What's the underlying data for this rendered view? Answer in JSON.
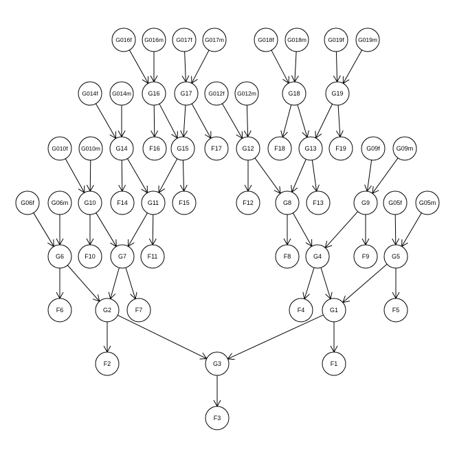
{
  "diagram": {
    "nodes": [
      {
        "id": "G016f",
        "label": "G016f"
      },
      {
        "id": "G016m",
        "label": "G016m"
      },
      {
        "id": "G017f",
        "label": "G017f"
      },
      {
        "id": "G017m",
        "label": "G017m"
      },
      {
        "id": "G018f",
        "label": "G018f"
      },
      {
        "id": "G018m",
        "label": "G018m"
      },
      {
        "id": "G019f",
        "label": "G019f"
      },
      {
        "id": "G019m",
        "label": "G019m"
      },
      {
        "id": "G014f",
        "label": "G014f"
      },
      {
        "id": "G014m",
        "label": "G014m"
      },
      {
        "id": "G16",
        "label": "G16"
      },
      {
        "id": "G17",
        "label": "G17"
      },
      {
        "id": "G012f",
        "label": "G012f"
      },
      {
        "id": "G012m",
        "label": "G012m"
      },
      {
        "id": "G18",
        "label": "G18"
      },
      {
        "id": "G19",
        "label": "G19"
      },
      {
        "id": "G010f",
        "label": "G010f"
      },
      {
        "id": "G010m",
        "label": "G010m"
      },
      {
        "id": "G14",
        "label": "G14"
      },
      {
        "id": "F16",
        "label": "F16"
      },
      {
        "id": "G15",
        "label": "G15"
      },
      {
        "id": "F17",
        "label": "F17"
      },
      {
        "id": "G12",
        "label": "G12"
      },
      {
        "id": "F18",
        "label": "F18"
      },
      {
        "id": "G13",
        "label": "G13"
      },
      {
        "id": "F19",
        "label": "F19"
      },
      {
        "id": "G09f",
        "label": "G09f"
      },
      {
        "id": "G09m",
        "label": "G09m"
      },
      {
        "id": "G06f",
        "label": "G06f"
      },
      {
        "id": "G06m",
        "label": "G06m"
      },
      {
        "id": "G10",
        "label": "G10"
      },
      {
        "id": "F14",
        "label": "F14"
      },
      {
        "id": "G11",
        "label": "G11"
      },
      {
        "id": "F15",
        "label": "F15"
      },
      {
        "id": "F12",
        "label": "F12"
      },
      {
        "id": "G8",
        "label": "G8"
      },
      {
        "id": "F13",
        "label": "F13"
      },
      {
        "id": "G9",
        "label": "G9"
      },
      {
        "id": "G05f",
        "label": "G05f"
      },
      {
        "id": "G05m",
        "label": "G05m"
      },
      {
        "id": "G6",
        "label": "G6"
      },
      {
        "id": "F10",
        "label": "F10"
      },
      {
        "id": "G7",
        "label": "G7"
      },
      {
        "id": "F11",
        "label": "F11"
      },
      {
        "id": "F8",
        "label": "F8"
      },
      {
        "id": "G4",
        "label": "G4"
      },
      {
        "id": "F9",
        "label": "F9"
      },
      {
        "id": "G5",
        "label": "G5"
      },
      {
        "id": "F6",
        "label": "F6"
      },
      {
        "id": "G2",
        "label": "G2"
      },
      {
        "id": "F7",
        "label": "F7"
      },
      {
        "id": "F4",
        "label": "F4"
      },
      {
        "id": "G1",
        "label": "G1"
      },
      {
        "id": "F5",
        "label": "F5"
      },
      {
        "id": "F2",
        "label": "F2"
      },
      {
        "id": "G3",
        "label": "G3"
      },
      {
        "id": "F1",
        "label": "F1"
      },
      {
        "id": "F3",
        "label": "F3"
      }
    ],
    "edges": [
      {
        "from": "G016f",
        "to": "G16"
      },
      {
        "from": "G016m",
        "to": "G16"
      },
      {
        "from": "G017f",
        "to": "G17"
      },
      {
        "from": "G017m",
        "to": "G17"
      },
      {
        "from": "G018f",
        "to": "G18"
      },
      {
        "from": "G018m",
        "to": "G18"
      },
      {
        "from": "G019f",
        "to": "G19"
      },
      {
        "from": "G019m",
        "to": "G19"
      },
      {
        "from": "G014f",
        "to": "G14"
      },
      {
        "from": "G014m",
        "to": "G14"
      },
      {
        "from": "G16",
        "to": "F16"
      },
      {
        "from": "G16",
        "to": "G15"
      },
      {
        "from": "G17",
        "to": "G15"
      },
      {
        "from": "G17",
        "to": "F17"
      },
      {
        "from": "G012f",
        "to": "G12"
      },
      {
        "from": "G012m",
        "to": "G12"
      },
      {
        "from": "G18",
        "to": "F18"
      },
      {
        "from": "G18",
        "to": "G13"
      },
      {
        "from": "G19",
        "to": "G13"
      },
      {
        "from": "G19",
        "to": "F19"
      },
      {
        "from": "G010f",
        "to": "G10"
      },
      {
        "from": "G010m",
        "to": "G10"
      },
      {
        "from": "G14",
        "to": "F14"
      },
      {
        "from": "G14",
        "to": "G11"
      },
      {
        "from": "G15",
        "to": "G11"
      },
      {
        "from": "G15",
        "to": "F15"
      },
      {
        "from": "G12",
        "to": "F12"
      },
      {
        "from": "G12",
        "to": "G8"
      },
      {
        "from": "G13",
        "to": "G8"
      },
      {
        "from": "G13",
        "to": "F13"
      },
      {
        "from": "G09f",
        "to": "G9"
      },
      {
        "from": "G09m",
        "to": "G9"
      },
      {
        "from": "G06f",
        "to": "G6"
      },
      {
        "from": "G06m",
        "to": "G6"
      },
      {
        "from": "G10",
        "to": "F10"
      },
      {
        "from": "G10",
        "to": "G7"
      },
      {
        "from": "G11",
        "to": "G7"
      },
      {
        "from": "G11",
        "to": "F11"
      },
      {
        "from": "G8",
        "to": "F8"
      },
      {
        "from": "G8",
        "to": "G4"
      },
      {
        "from": "G9",
        "to": "G4"
      },
      {
        "from": "G9",
        "to": "F9"
      },
      {
        "from": "G05f",
        "to": "G5"
      },
      {
        "from": "G05m",
        "to": "G5"
      },
      {
        "from": "G6",
        "to": "F6"
      },
      {
        "from": "G6",
        "to": "G2"
      },
      {
        "from": "G7",
        "to": "G2"
      },
      {
        "from": "G7",
        "to": "F7"
      },
      {
        "from": "G4",
        "to": "F4"
      },
      {
        "from": "G4",
        "to": "G1"
      },
      {
        "from": "G5",
        "to": "G1"
      },
      {
        "from": "G5",
        "to": "F5"
      },
      {
        "from": "G2",
        "to": "F2"
      },
      {
        "from": "G2",
        "to": "G3"
      },
      {
        "from": "G1",
        "to": "G3"
      },
      {
        "from": "G1",
        "to": "F1"
      },
      {
        "from": "G3",
        "to": "F3"
      }
    ]
  }
}
